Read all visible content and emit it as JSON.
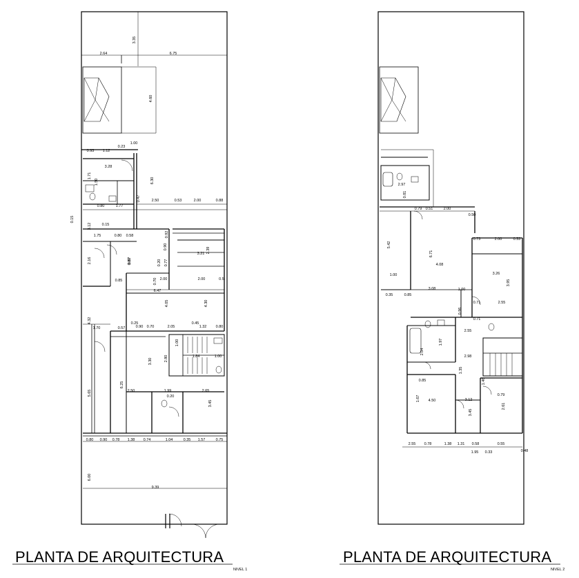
{
  "panels": [
    {
      "title": "PLANTA DE ARQUITECTURA",
      "level": "NIVEL  1",
      "dims": [
        "3.35",
        "2.64",
        "6.75",
        "4.60",
        "1.00",
        "0.93",
        "1.12",
        "0.23",
        "3.28",
        "1.71",
        "1.50",
        "6.30",
        "0.47",
        "2.50",
        "0.53",
        "2.00",
        "0.88",
        "0.80",
        "1.77",
        "0.15",
        "3.12",
        "0.15",
        "1.75",
        "0.80",
        "0.58",
        "0.92",
        "0.90",
        "2.39",
        "3.21",
        "2.00",
        "2.16",
        "0.20",
        "0.77",
        "0.87",
        "0.85",
        "0.70",
        "2.00",
        "0.5",
        "6.47",
        "0.87",
        "4.05",
        "4.30",
        "4.32",
        "0.25",
        "1.70",
        "0.57",
        "0.90",
        "0.70",
        "2.05",
        "0.45",
        "1.32",
        "0.80",
        "1.00",
        "2.80",
        "3.30",
        "1.84",
        "1.00",
        "6.25",
        "2.50",
        "1.99",
        "2.65",
        "5.65",
        "0.20",
        "3.45",
        "0.80",
        "0.90",
        "0.78",
        "1.38",
        "0.74",
        "1.04",
        "0.35",
        "1.57",
        "0.75",
        "6.00",
        "9.39"
      ]
    },
    {
      "title": "PLANTA DE ARQUITECTURA",
      "level": "NIVEL  2",
      "dims": [
        "2.97",
        "0.81",
        "0.79",
        "0.51",
        "2.00",
        "0.50",
        "5.42",
        "6.71",
        "0.73",
        "2.00",
        "0.53",
        "4.08",
        "3.26",
        "3.95",
        "1.00",
        "3.08",
        "1.00",
        "0.35",
        "0.85",
        "0.71",
        "2.55",
        "0.96",
        "0.71",
        "2.55",
        "1.97",
        "2.98",
        "2.04",
        "1.35",
        "0.85",
        "1.67",
        "4.50",
        "3.12",
        "1.46",
        "0.79",
        "2.61",
        "3.45",
        "2.55",
        "0.78",
        "1.38",
        "1.31",
        "0.58",
        "0.55",
        "1.95",
        "0.33",
        "0.48",
        "0.33"
      ]
    }
  ]
}
